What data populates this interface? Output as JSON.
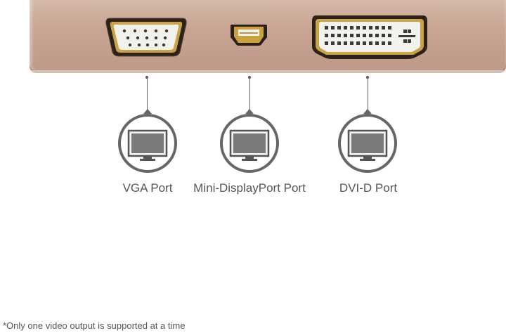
{
  "ports": [
    {
      "id": "vga",
      "label": "VGA Port",
      "icon": "monitor-icon"
    },
    {
      "id": "mdp",
      "label": "Mini-DisplayPort Port",
      "icon": "monitor-icon"
    },
    {
      "id": "dvi",
      "label": "DVI-D Port",
      "icon": "monitor-icon"
    }
  ],
  "footnote": "*Only one video output is supported at a time",
  "colors": {
    "adapter_body": "#c8a594",
    "port_gold": "#c7a04b",
    "monitor_circle_stroke": "#666666",
    "monitor_screen": "#7a7a7a"
  }
}
